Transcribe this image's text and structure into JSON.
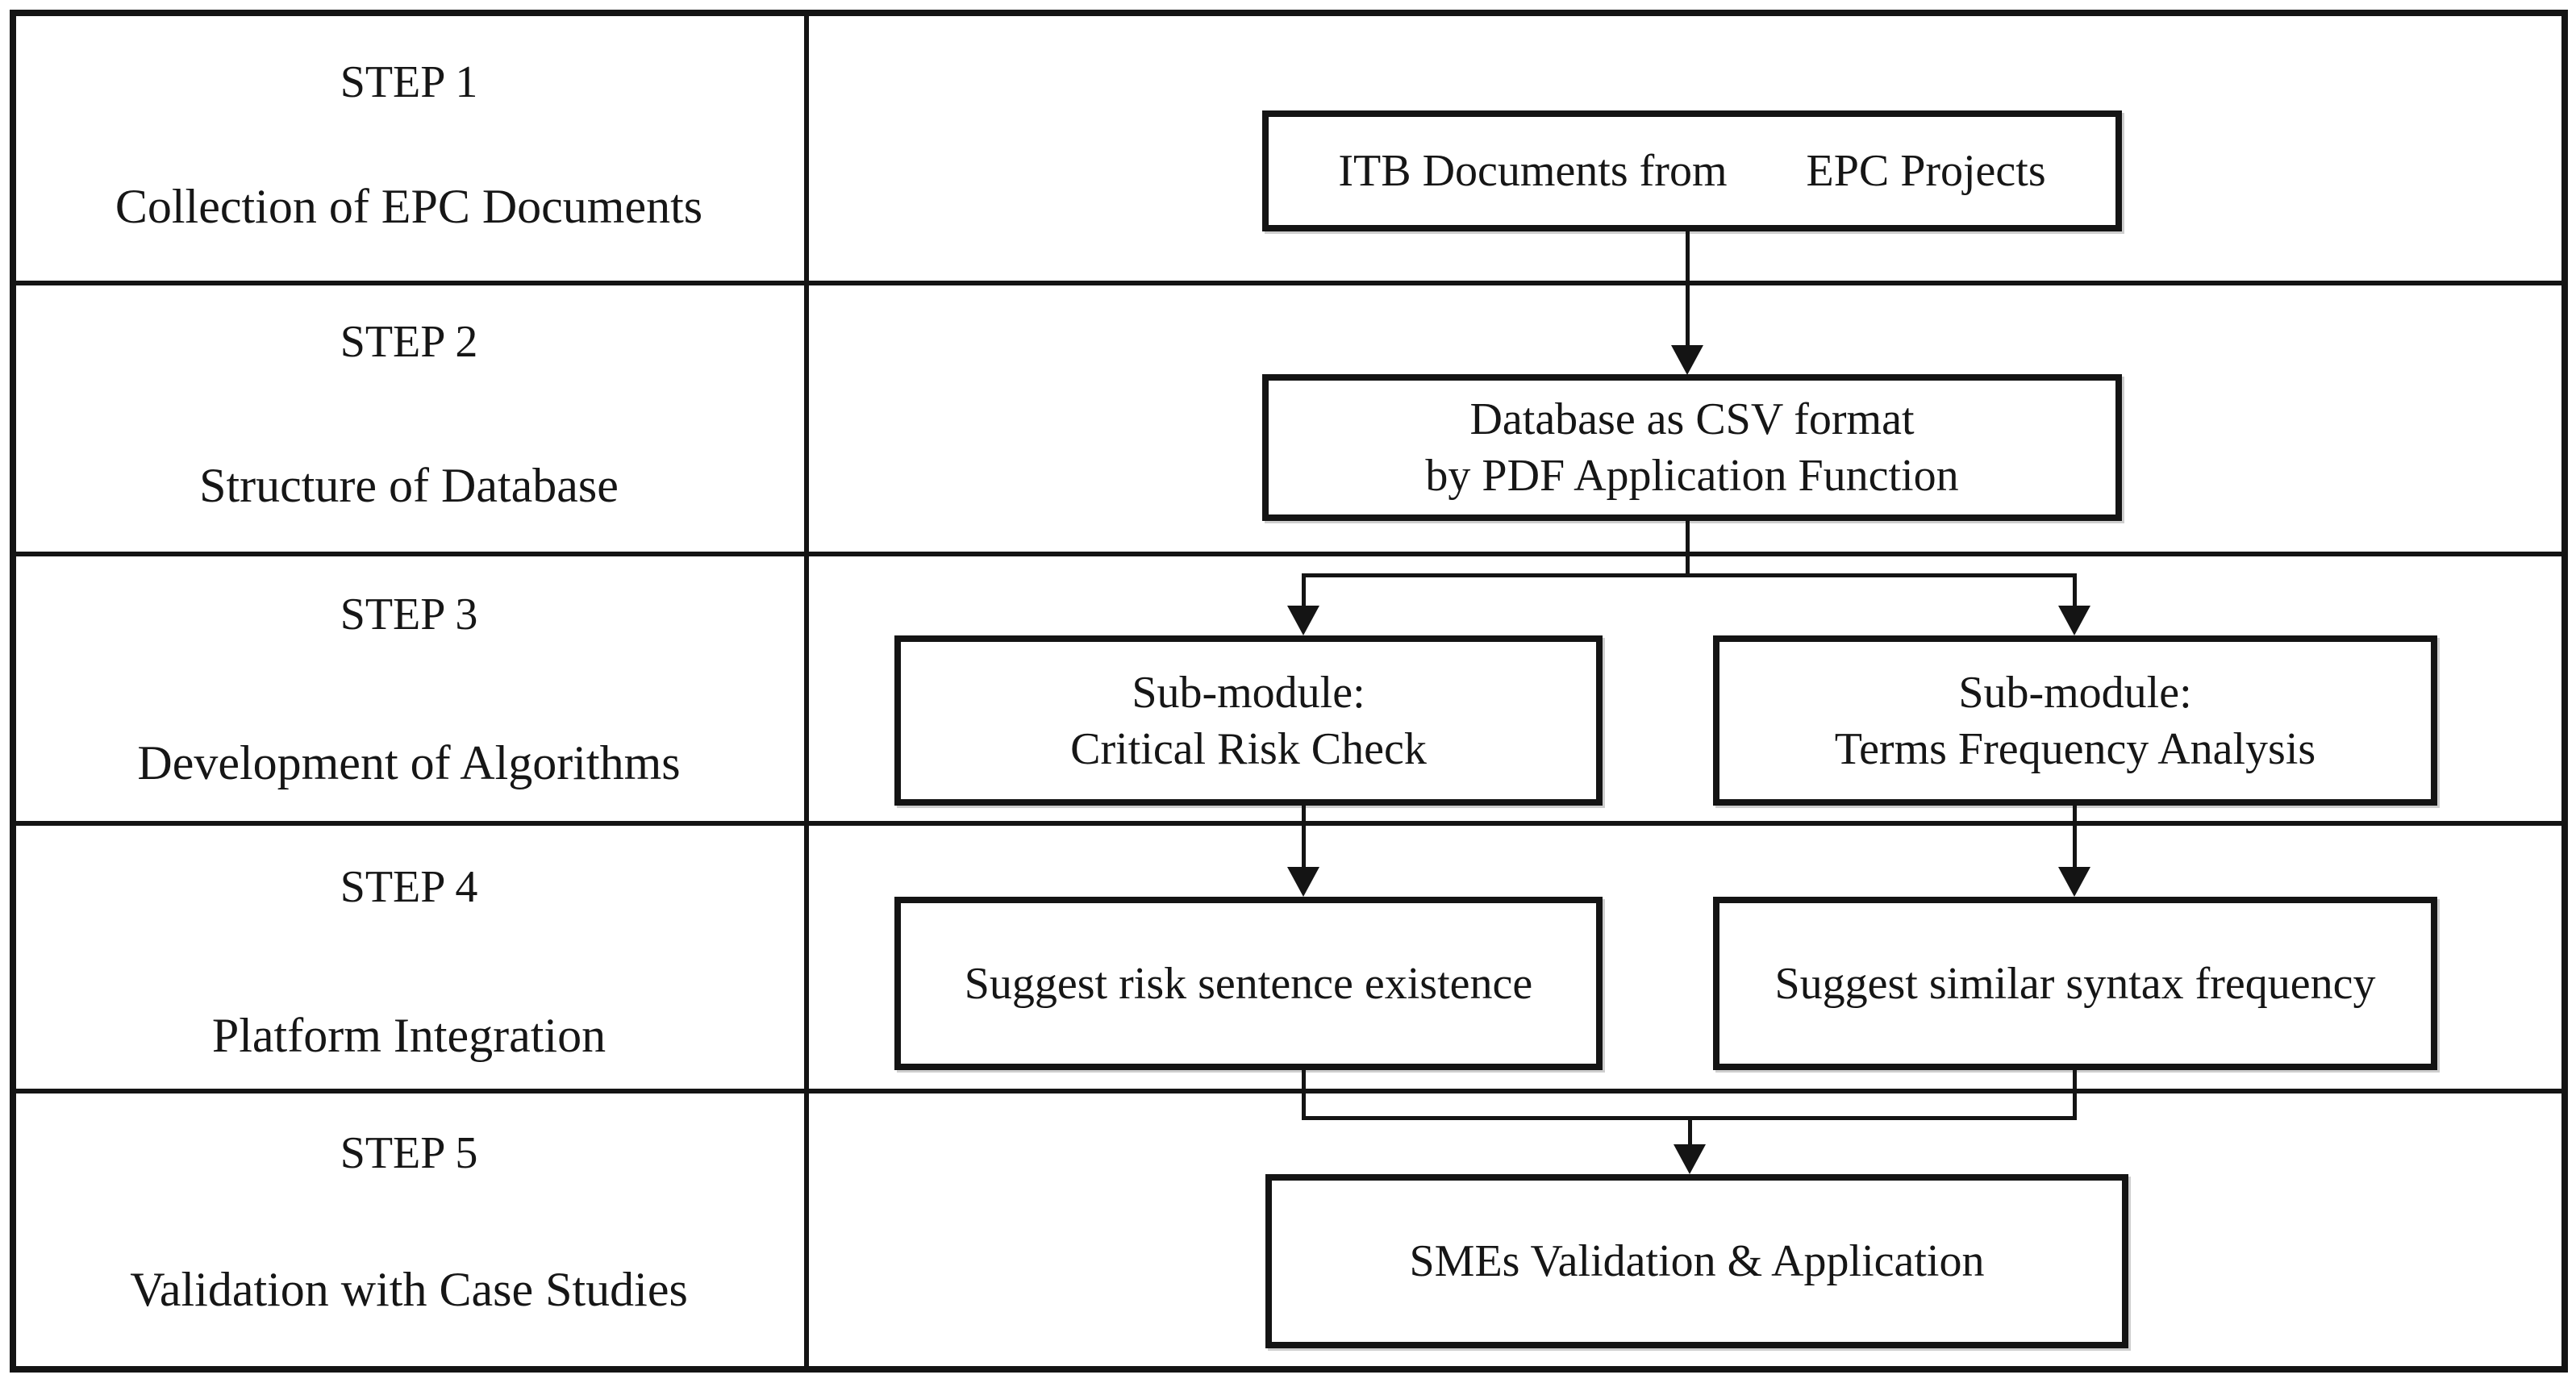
{
  "diagram": {
    "title": "Research process flowchart: five steps with corresponding flow of EPC document risk analysis",
    "colors": {
      "line": "#141414",
      "background": "#ffffff",
      "text": "#161616"
    },
    "steps": [
      {
        "step": "STEP 1",
        "label": "Collection of EPC Documents"
      },
      {
        "step": "STEP 2",
        "label": "Structure of Database"
      },
      {
        "step": "STEP 3",
        "label": "Development of Algorithms"
      },
      {
        "step": "STEP 4",
        "label": "Platform Integration"
      },
      {
        "step": "STEP 5",
        "label": "Validation with Case Studies"
      }
    ],
    "nodes": {
      "itb": {
        "line1": "ITB Documents from       EPC Projects"
      },
      "database": {
        "line1": "Database as CSV format",
        "line2": "by PDF Application Function"
      },
      "submodule_risk": {
        "line1": "Sub-module:",
        "line2": "Critical Risk Check"
      },
      "submodule_terms": {
        "line1": "Sub-module:",
        "line2": "Terms Frequency Analysis"
      },
      "suggest_risk": {
        "line1": "Suggest risk sentence existence"
      },
      "suggest_syntax": {
        "line1": "Suggest similar syntax frequency"
      },
      "validation": {
        "line1": "SMEs Validation & Application"
      }
    },
    "connections": [
      "ITB Documents -> Database as CSV",
      "Database as CSV -> Sub-module: Critical Risk Check",
      "Database as CSV -> Sub-module: Terms Frequency Analysis",
      "Sub-module: Critical Risk Check -> Suggest risk sentence existence",
      "Sub-module: Terms Frequency Analysis -> Suggest similar syntax frequency",
      "Suggest risk sentence existence -> SMEs Validation & Application",
      "Suggest similar syntax frequency -> SMEs Validation & Application"
    ]
  }
}
